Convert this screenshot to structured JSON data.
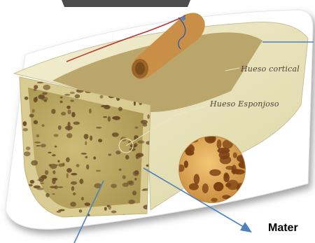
{
  "labels": {
    "cortical": "Hueso cortical",
    "spongy": "Hueso Esponjoso",
    "material_partial": "Mater"
  },
  "colors": {
    "cortical_bone": "#e9e3b8",
    "spongy_fill": "#d6c98c",
    "pore": "#6a4a25",
    "marrow": "#c9954a",
    "arrow": "#4f81bd",
    "frame_shadow": "#7a7a7a"
  }
}
